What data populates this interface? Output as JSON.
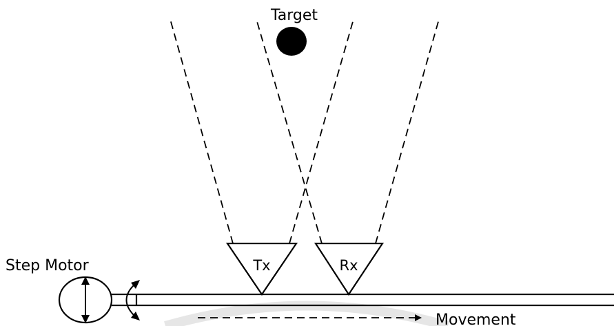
{
  "labels": {
    "target": "Target",
    "tx": "Tx",
    "rx": "Rx",
    "motor": "Step Motor",
    "movement": "Movement"
  },
  "colors": {
    "ink": "#000000",
    "background": "#ffffff",
    "watermark": "#e6e6e6"
  }
}
